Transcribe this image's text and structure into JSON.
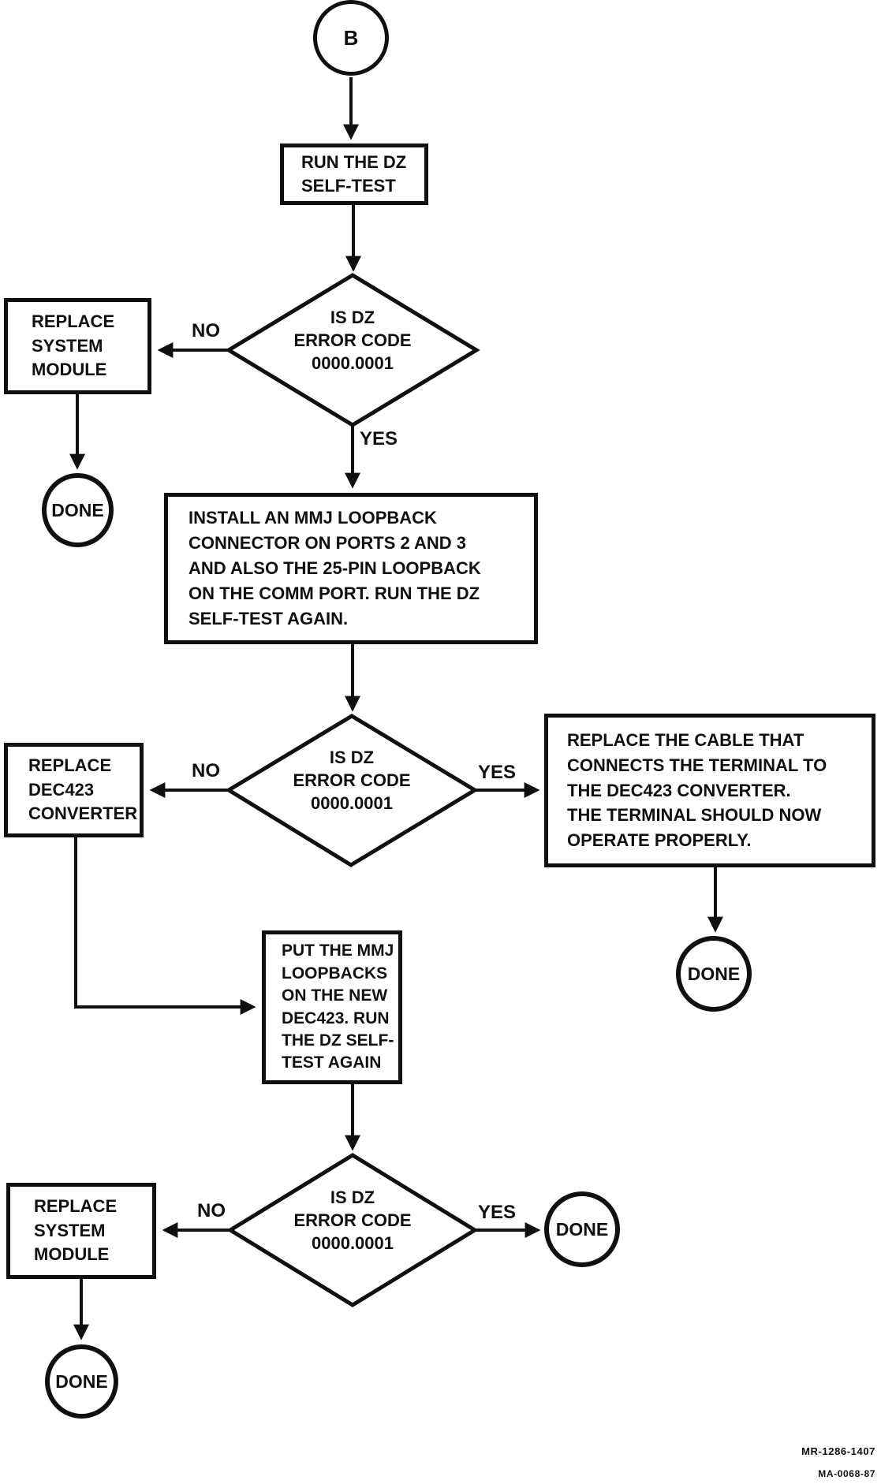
{
  "diagram": {
    "type": "flowchart",
    "description": "DZ self-test troubleshooting flowchart (scanned technical document)",
    "colors": {
      "ink": "#101010",
      "background": "#ffffff"
    }
  },
  "nodes": {
    "connector_b": "B",
    "run_self_test": "RUN THE DZ\nSELF-TEST",
    "decision1": "IS DZ\nERROR CODE\n0000.0001",
    "decision2": "IS DZ\nERROR CODE\n0000.0001",
    "decision3": "IS DZ\nERROR CODE\n0000.0001",
    "replace_system_module_1": "REPLACE\nSYSTEM\nMODULE",
    "replace_system_module_2": "REPLACE\nSYSTEM\nMODULE",
    "install_loopbacks": "INSTALL AN MMJ LOOPBACK\nCONNECTOR ON PORTS 2 AND 3\nAND ALSO THE 25-PIN LOOPBACK\nON THE COMM PORT. RUN THE DZ\nSELF-TEST AGAIN.",
    "replace_dec423": "REPLACE\nDEC423\nCONVERTER",
    "replace_cable": "REPLACE THE CABLE THAT\nCONNECTS THE TERMINAL TO\nTHE DEC423 CONVERTER.\nTHE TERMINAL SHOULD NOW\nOPERATE PROPERLY.",
    "put_loopbacks": "PUT THE MMJ\nLOOPBACKS\nON THE NEW\nDEC423. RUN\nTHE DZ SELF-\nTEST AGAIN"
  },
  "terminals": {
    "done1": "DONE",
    "done2": "DONE",
    "done3": "DONE",
    "done4": "DONE"
  },
  "edge_labels": {
    "d1_no": "NO",
    "d1_yes": "YES",
    "d2_no": "NO",
    "d2_yes": "YES",
    "d3_no": "NO",
    "d3_yes": "YES"
  },
  "footer": {
    "doc_number_1": "MR-1286-1407",
    "doc_number_2": "MA-0068-87"
  }
}
